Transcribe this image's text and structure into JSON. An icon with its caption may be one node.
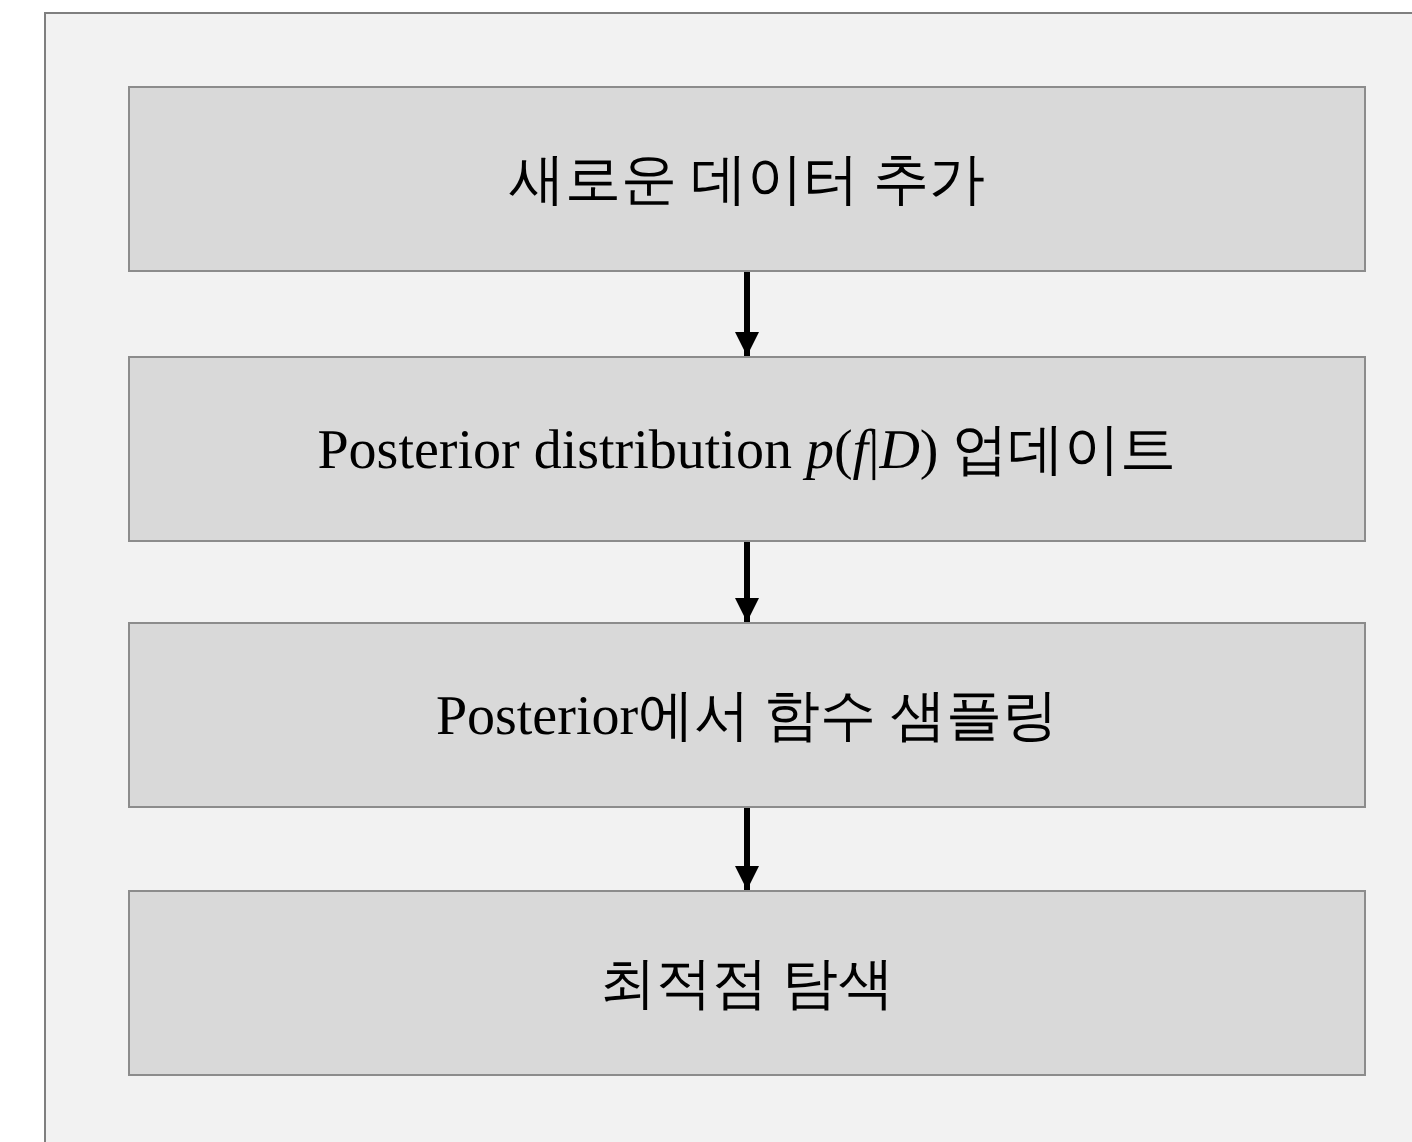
{
  "diagram": {
    "nodes": [
      {
        "text": [
          "새로운 데이터 추가"
        ]
      },
      {
        "text": [
          "Posterior distribution *p*(*f*|*D*) 업데이트"
        ]
      },
      {
        "text": [
          "Posterior에서 함수 샘플링"
        ]
      },
      {
        "text": [
          "최적점 탐색"
        ]
      }
    ],
    "edges": [
      {
        "from": 0,
        "to": 1,
        "arrow": "to"
      },
      {
        "from": 1,
        "to": 2,
        "arrow": "to"
      },
      {
        "from": 2,
        "to": 3,
        "arrow": "to"
      }
    ]
  }
}
